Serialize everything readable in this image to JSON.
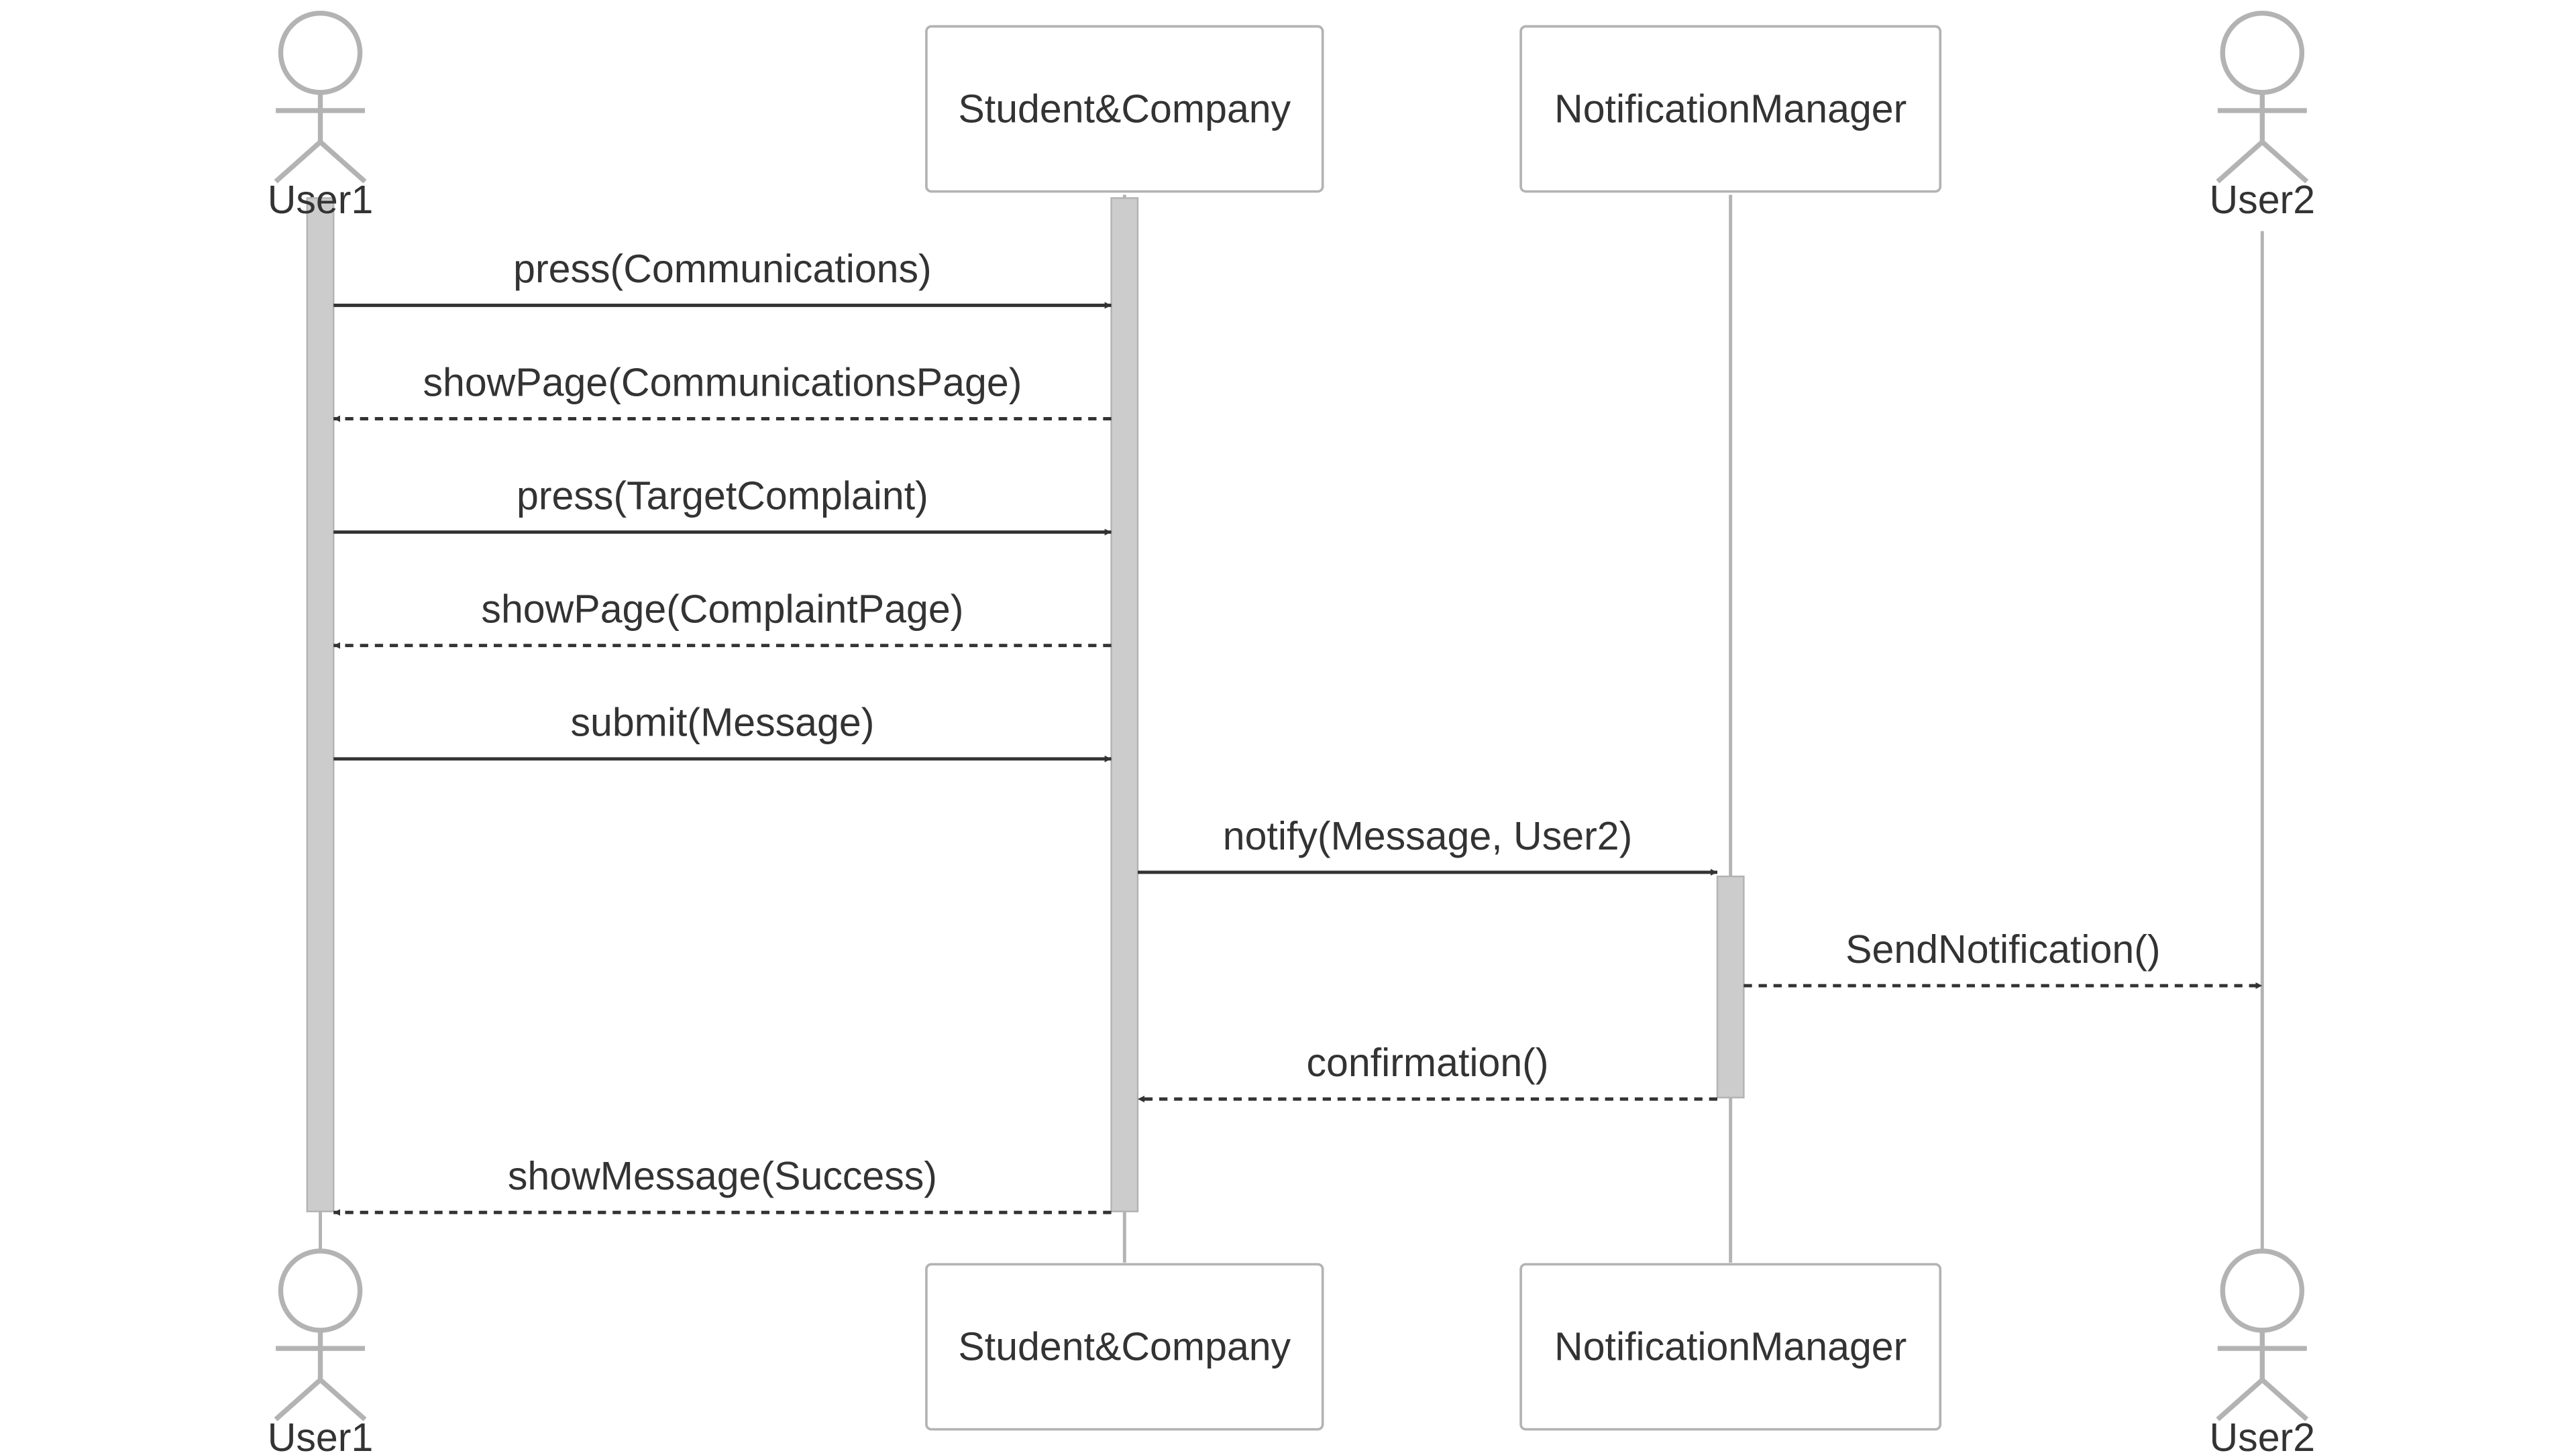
{
  "participants": [
    {
      "id": "user1",
      "label": "User1",
      "kind": "actor"
    },
    {
      "id": "sc",
      "label": "Student&Company",
      "kind": "box"
    },
    {
      "id": "nm",
      "label": "NotificationManager",
      "kind": "box"
    },
    {
      "id": "user2",
      "label": "User2",
      "kind": "actor"
    }
  ],
  "messages": [
    {
      "from": "user1",
      "to": "sc",
      "label": "press(Communications)",
      "style": "solid"
    },
    {
      "from": "sc",
      "to": "user1",
      "label": "showPage(CommunicationsPage)",
      "style": "dashed"
    },
    {
      "from": "user1",
      "to": "sc",
      "label": "press(TargetComplaint)",
      "style": "solid"
    },
    {
      "from": "sc",
      "to": "user1",
      "label": "showPage(ComplaintPage)",
      "style": "dashed"
    },
    {
      "from": "user1",
      "to": "sc",
      "label": "submit(Message)",
      "style": "solid"
    },
    {
      "from": "sc",
      "to": "nm",
      "label": "notify(Message, User2)",
      "style": "solid"
    },
    {
      "from": "nm",
      "to": "user2",
      "label": "SendNotification()",
      "style": "dashed"
    },
    {
      "from": "nm",
      "to": "sc",
      "label": "confirmation()",
      "style": "dashed"
    },
    {
      "from": "sc",
      "to": "user1",
      "label": "showMessage(Success)",
      "style": "dashed"
    }
  ],
  "colors": {
    "line": "#b3b3b3",
    "activation": "#cccccc",
    "arrow": "#333333",
    "box_fill": "#ffffff",
    "box_stroke": "#b3b3b3"
  }
}
